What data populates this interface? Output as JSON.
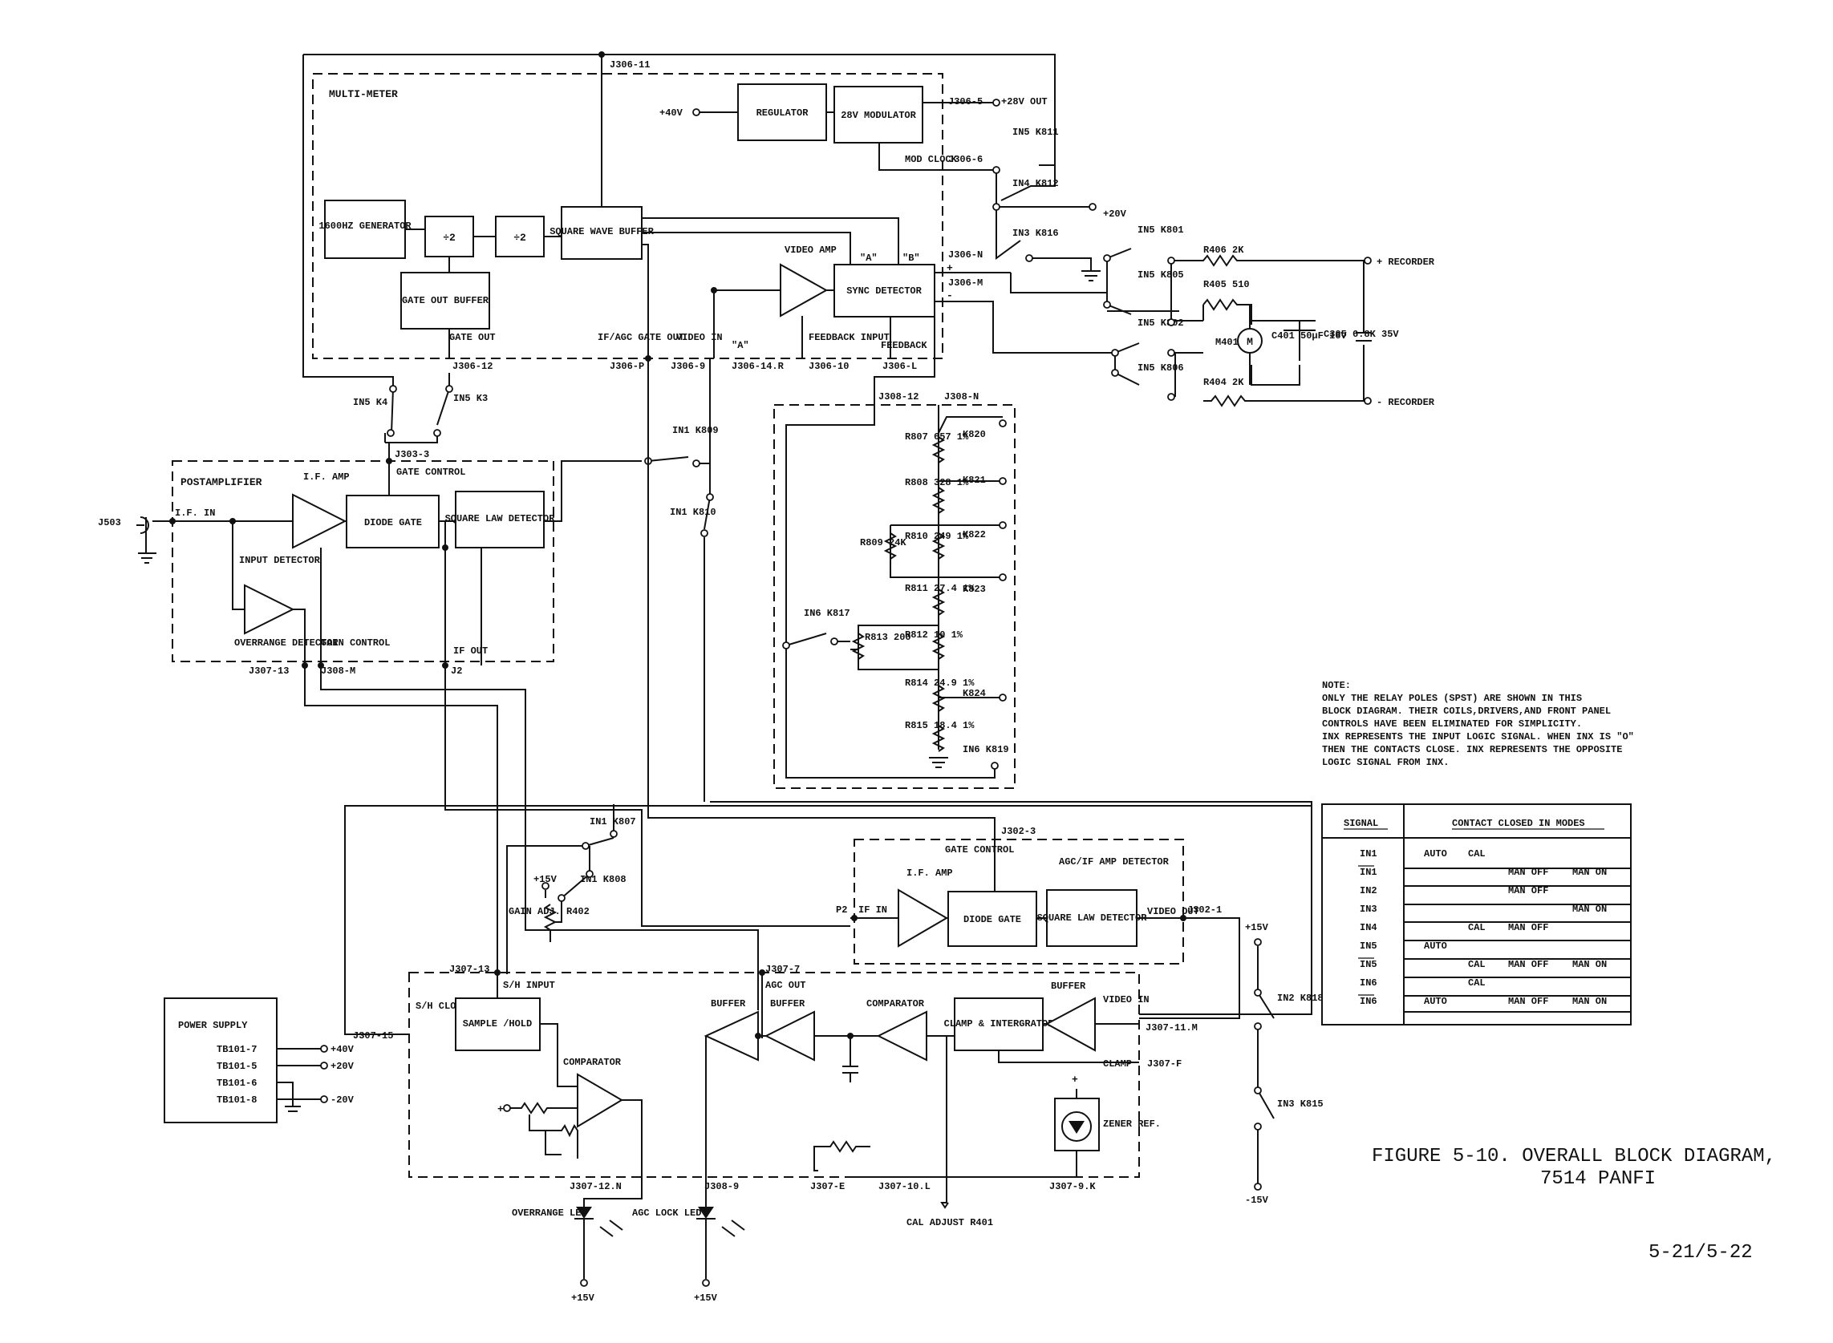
{
  "figure": {
    "caption_line1": "FIGURE 5-10.  OVERALL BLOCK DIAGRAM,",
    "caption_line2": "7514 PANFI",
    "page_number": "5-21/5-22"
  },
  "multimeter": {
    "title": "MULTI-METER",
    "blocks": {
      "gen": "1600HZ GENERATOR",
      "div2a": "÷2",
      "div2b": "÷2",
      "swb": "SQUARE WAVE BUFFER",
      "gob": "GATE OUT BUFFER",
      "reg": "REGULATOR",
      "mod": "28V MODULATOR",
      "sync": "SYNC DETECTOR",
      "vamp": "VIDEO AMP"
    },
    "labels": {
      "v40": "+40V",
      "j306_11": "J306-11",
      "j306_5": "J306-5",
      "out28": "+28V OUT",
      "modclock": "MOD CLOCK",
      "j306_6": "J306-6",
      "j306_n": "J306-N",
      "j306_m": "J306-M",
      "a1": "\"A\"",
      "b1": "\"B\"",
      "plus": "+",
      "minus": "-",
      "gateout": "GATE OUT",
      "ifagc": "IF/AGC GATE OUT",
      "videoin": "VIDEO IN",
      "a2": "\"A\"",
      "fbi": "FEEDBACK INPUT",
      "fb": "FEEDBACK",
      "j306_12": "J306-12",
      "j306_p": "J306-P",
      "j306_9": "J306-9",
      "j306_14r": "J306-14.R",
      "j306_10": "J306-10",
      "j306_l": "J306-L"
    }
  },
  "relays": {
    "k811": "IN5 K811",
    "k812": "IN4 K812",
    "k816": "IN3 K816",
    "v20": "+20V",
    "k801": "IN5 K801",
    "k805": "IN5 K805",
    "k802": "IN5 K802",
    "k806": "IN5 K806",
    "k4": "IN5 K4",
    "k3": "IN5 K3",
    "k809": "IN1 K809",
    "k810": "IN1 K810",
    "k807": "IN1 K807",
    "k808": "IN1 K808",
    "k818": "IN2 K818",
    "k815": "IN3 K815"
  },
  "recorder": {
    "r406": "R406 2K",
    "r405": "R405 510",
    "m401": "M401",
    "m": "M",
    "c401": "C401 50μF 16V",
    "c305": "C305 6.8K 35V",
    "rec_plus": "+ RECORDER",
    "rec_minus": "- RECORDER",
    "r404": "R404 2K"
  },
  "ladder": {
    "j308_12": "J308-12",
    "j308_n": "J308-N",
    "r807": "R807 657 1%",
    "r808": "R808 328 1%",
    "r809": "R809 24K",
    "r810": "R810 249 1%",
    "r811": "R811 27.4 1%",
    "r812": "R812 10 1%",
    "r813": "R813 200",
    "r814": "R814 24.9 1%",
    "r815": "R815 18.4 1%",
    "k820": "K820",
    "k821": "K821",
    "k822": "K822",
    "k823": "K823",
    "k824": "K824",
    "k817": "IN6 K817",
    "k819": "IN6 K819"
  },
  "postamp": {
    "title": "POSTAMPLIFIER",
    "j303_3": "J303-3",
    "gatecontrol": "GATE CONTROL",
    "j503": "J503",
    "ifin": "I.F. IN",
    "ifamp": "I.F. AMP",
    "diode": "DIODE GATE",
    "sqlaw": "SQUARE LAW DETECTOR",
    "indet": "INPUT DETECTOR",
    "overrange": "OVERRANGE DETECTOR",
    "gain": "GAIN CONTROL",
    "ifout": "IF OUT",
    "j307_13a": "J307-13",
    "j308_m": "J308-M",
    "j2": "J2"
  },
  "agc": {
    "title": "AGC/IF AMP DETECTOR",
    "j302_3": "J302-3",
    "gatecontrol": "GATE CONTROL",
    "ifamp": "I.F. AMP",
    "p2": "P2",
    "ifin": "IF IN",
    "diode": "DIODE GATE",
    "sqlaw": "SQUARE LAW DETECTOR",
    "videoout": "VIDEO OUT",
    "j302_1": "J302-1"
  },
  "lower": {
    "v15a": "+15V",
    "gainadj": "GAIN ADJ. R402",
    "j307_13": "J307-13",
    "shinput": "S/H INPUT",
    "j307_7": "J307-7",
    "agcout": "AGC OUT",
    "shclock": "S/H CLOCK",
    "j307_15": "J307-15",
    "sh": "SAMPLE /HOLD",
    "comp1": "COMPARATOR",
    "buffer1": "BUFFER",
    "buffer2": "BUFFER",
    "comp2": "COMPARATOR",
    "clamp": "CLAMP & INTERGRATOR",
    "buffer3": "BUFFER",
    "videoin": "VIDEO IN",
    "j307_11m": "J307-11.M",
    "clampl": "CLAMP",
    "j307_f": "J307-F",
    "v15b": "+15V",
    "zener": "ZENER REF.",
    "zplus": "+",
    "plusin": "+",
    "v15m": "-15V",
    "j307_12n": "J307-12.N",
    "j308_9": "J308-9",
    "j307_e": "J307-E",
    "j307_10l": "J307-10.L",
    "j307_9k": "J307-9.K",
    "orled": "OVERRANGE LED",
    "agcled": "AGC LOCK LED",
    "v15c": "+15V",
    "v15d": "+15V",
    "cal": "CAL ADJUST R401"
  },
  "power": {
    "title": "POWER SUPPLY",
    "rows": [
      {
        "term": "TB101-7",
        "v": "+40V"
      },
      {
        "term": "TB101-5",
        "v": "+20V"
      },
      {
        "term": "TB101-6",
        "v": ""
      },
      {
        "term": "TB101-8",
        "v": "-20V"
      }
    ]
  },
  "note": {
    "lines": [
      "NOTE:",
      "ONLY THE RELAY POLES (SPST) ARE SHOWN IN THIS",
      "BLOCK DIAGRAM. THEIR COILS,DRIVERS,AND FRONT PANEL",
      "CONTROLS HAVE BEEN ELIMINATED FOR SIMPLICITY.",
      "INX REPRESENTS THE INPUT LOGIC SIGNAL. WHEN INX IS \"O\"",
      "THEN THE CONTACTS CLOSE. INX REPRESENTS THE OPPOSITE",
      "LOGIC SIGNAL FROM INX."
    ]
  },
  "table": {
    "headers": [
      "SIGNAL",
      "CONTACT CLOSED IN MODES"
    ],
    "rows": [
      {
        "signal": "IN1",
        "auto": "AUTO",
        "cal": "CAL",
        "manoff": "",
        "manon": ""
      },
      {
        "signal": "IN1",
        "auto": "",
        "cal": "",
        "manoff": "MAN OFF",
        "manon": "MAN ON"
      },
      {
        "signal": "IN2",
        "auto": "",
        "cal": "",
        "manoff": "MAN OFF",
        "manon": ""
      },
      {
        "signal": "IN3",
        "auto": "",
        "cal": "",
        "manoff": "",
        "manon": "MAN ON"
      },
      {
        "signal": "IN4",
        "auto": "",
        "cal": "CAL",
        "manoff": "MAN OFF",
        "manon": ""
      },
      {
        "signal": "IN5",
        "auto": "AUTO",
        "cal": "",
        "manoff": "",
        "manon": ""
      },
      {
        "signal": "IN5",
        "auto": "",
        "cal": "CAL",
        "manoff": "MAN OFF",
        "manon": "MAN ON"
      },
      {
        "signal": "IN6",
        "auto": "",
        "cal": "CAL",
        "manoff": "",
        "manon": ""
      },
      {
        "signal": "IN6",
        "auto": "AUTO",
        "cal": "",
        "manoff": "MAN OFF",
        "manon": "MAN ON"
      },
      {
        "signal": "",
        "auto": "",
        "cal": "",
        "manoff": "",
        "manon": ""
      }
    ]
  }
}
